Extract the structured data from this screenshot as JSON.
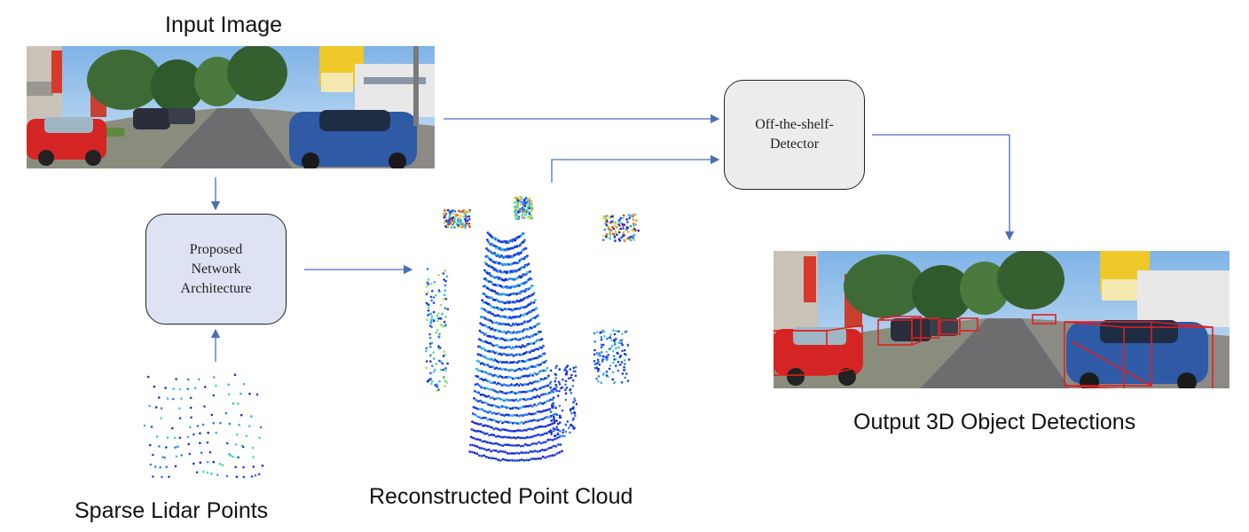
{
  "labels": {
    "input_image": "Input Image",
    "sparse_lidar": "Sparse Lidar Points",
    "reconstructed": "Reconstructed Point Cloud",
    "output": "Output 3D Object Detections"
  },
  "boxes": {
    "network": [
      "Proposed",
      "Network",
      "Architecture"
    ],
    "detector": [
      "Off-the-shelf-",
      "Detector"
    ]
  },
  "colors": {
    "arrow": "#4a6fb5",
    "network_fill": "#dde3f2",
    "detector_fill": "#ececec",
    "detection_box": "#e02020"
  }
}
